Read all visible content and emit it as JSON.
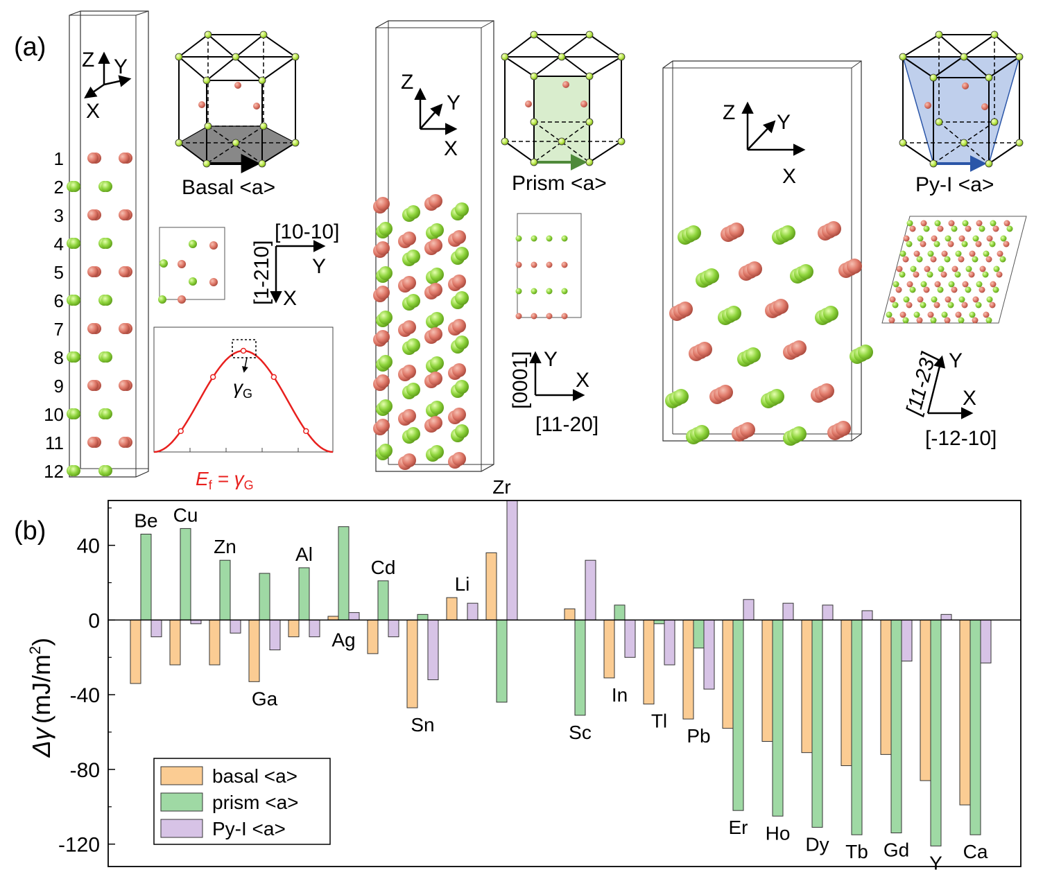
{
  "panel_a": {
    "label": "(a)",
    "basal": {
      "label": "Basal <a>",
      "axes": {
        "z": "Z",
        "y": "Y",
        "x": "X"
      },
      "layer_numbers": [
        "1",
        "2",
        "3",
        "4",
        "5",
        "6",
        "7",
        "8",
        "9",
        "10",
        "11",
        "12"
      ],
      "dir_vertical": "[1-210]",
      "dir_horizontal": "[10-10]",
      "proj_y": "Y",
      "proj_x": "X",
      "gamma_label": "γ",
      "gamma_sub": "G",
      "formula": {
        "e": "E",
        "f": "f",
        "eq": " = γ",
        "g": "G"
      }
    },
    "prism": {
      "label": "Prism <a>",
      "axes": {
        "z": "Z",
        "y": "Y",
        "x": "X"
      },
      "dir_vertical": "[0001]",
      "dir_horizontal": "[11-20]",
      "proj_y": "Y",
      "proj_x": "X"
    },
    "pyramidal": {
      "label": "Py-I <a>",
      "axes": {
        "z": "Z",
        "y": "Y",
        "x": "X"
      },
      "dir_vertical": "[11-23]",
      "dir_horizontal": "[-12-10]",
      "proj_y": "Y",
      "proj_x": "X"
    }
  },
  "panel_b": {
    "label": "(b)",
    "ylabel_main": "Δγ",
    "ylabel_unit": "(mJ/m",
    "ylabel_sup": "2",
    "ylabel_close": ")"
  },
  "colors": {
    "basal": "#fbcc93",
    "prism": "#9fd9a4",
    "pyI": "#d7c3e6",
    "atom_red": "#e07a6a",
    "atom_green": "#8ed43c",
    "gsfe_curve": "#e8201e"
  },
  "chart_data": {
    "type": "bar",
    "title": "",
    "xlabel": "",
    "ylabel": "Δγ (mJ/m2)",
    "ylim": [
      -132,
      64
    ],
    "yticks": [
      -120,
      -80,
      -40,
      0,
      40
    ],
    "grid": false,
    "legend_position": "bottom-left",
    "categories": [
      "Be",
      "Cu",
      "Zn",
      "Ga",
      "Al",
      "Ag",
      "Cd",
      "Sn",
      "Li",
      "Zr",
      "Sc",
      "In",
      "Tl",
      "Pb",
      "Er",
      "Ho",
      "Dy",
      "Tb",
      "Gd",
      "Y",
      "Ca"
    ],
    "series": [
      {
        "name": "basal <a>",
        "color": "#fbcc93",
        "values": [
          -34,
          -24,
          -24,
          -33,
          -9,
          2,
          -18,
          -47,
          12,
          36,
          6,
          -31,
          -45,
          -53,
          -58,
          -65,
          -71,
          -78,
          -72,
          -86,
          -99
        ]
      },
      {
        "name": "prism <a>",
        "color": "#9fd9a4",
        "values": [
          46,
          49,
          32,
          25,
          28,
          50,
          21,
          3,
          null,
          -44,
          -51,
          8,
          -2,
          -15,
          -102,
          -105,
          -111,
          -115,
          -114,
          -121,
          -115
        ]
      },
      {
        "name": "Py-I <a>",
        "color": "#d7c3e6",
        "values": [
          -9,
          -2,
          -7,
          -16,
          -9,
          4,
          -9,
          -32,
          9,
          64,
          32,
          -20,
          -24,
          -37,
          11,
          9,
          8,
          5,
          -22,
          3,
          -23
        ]
      }
    ]
  }
}
